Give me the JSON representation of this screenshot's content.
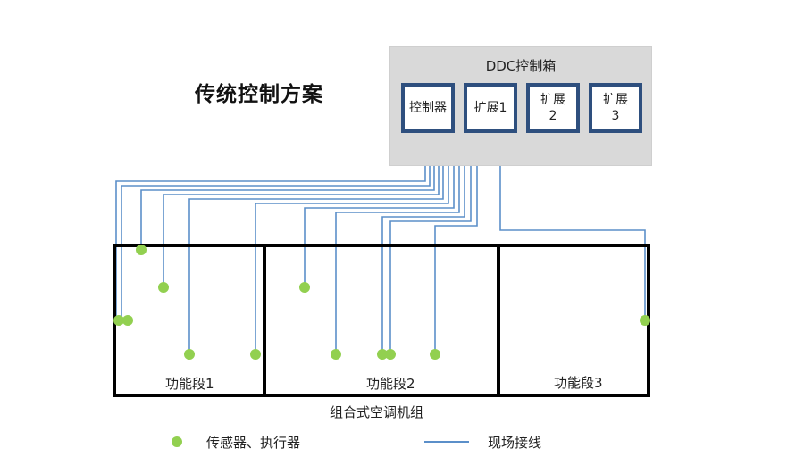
{
  "title": "传统控制方案",
  "ddc": {
    "title": "DDC控制箱",
    "modules": [
      {
        "name": "controller",
        "label": "控制器"
      },
      {
        "name": "expansion-1",
        "label": "扩展1"
      },
      {
        "name": "expansion-2",
        "label": "扩展2"
      },
      {
        "name": "expansion-3",
        "label": "扩展3"
      }
    ]
  },
  "unit": {
    "label": "组合式空调机组",
    "sections": [
      {
        "name": "section-1",
        "label": "功能段1"
      },
      {
        "name": "section-2",
        "label": "功能段2"
      },
      {
        "name": "section-3",
        "label": "功能段3"
      }
    ]
  },
  "legend": {
    "sensor_label": "传感器、执行器",
    "wiring_label": "现场接线"
  },
  "colors": {
    "wire": "#5b8fc9",
    "device": "#92d050",
    "module_border": "#2e4f7e",
    "ddc_background": "#d9d9d9",
    "unit_border": "#000000"
  }
}
